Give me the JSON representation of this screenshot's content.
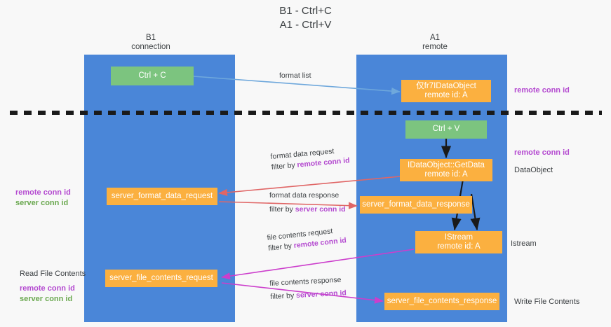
{
  "title": {
    "line1": "B1 - Ctrl+C",
    "line2": "A1 - Ctrl+V"
  },
  "columns": [
    {
      "name": "b1",
      "title": "B1",
      "subtitle": "connection"
    },
    {
      "name": "a1",
      "title": "A1",
      "subtitle": "remote"
    }
  ],
  "nodes": {
    "ctrl_c": {
      "label": "Ctrl + C"
    },
    "idataobject": {
      "label": "仅fr7IDataObject",
      "sub": "remote id: A"
    },
    "ctrl_v": {
      "label": "Ctrl + V"
    },
    "getdata": {
      "label": "IDataObject::GetData",
      "sub": "remote id: A"
    },
    "fmt_req": {
      "label": "server_format_data_request"
    },
    "fmt_resp": {
      "label": "server_format_data_response"
    },
    "istream": {
      "label": "IStream",
      "sub": "remote id: A"
    },
    "file_req": {
      "label": "server_file_contents_request"
    },
    "file_resp": {
      "label": "server_file_contents_response"
    }
  },
  "edges": {
    "format_list": {
      "text": "format list"
    },
    "fmt_data_request": {
      "line1": "format data request",
      "filter_prefix": "filter by ",
      "filter_key": "remote conn id"
    },
    "fmt_data_response": {
      "line1": "format data response",
      "filter_prefix": "filter by ",
      "filter_key": "server conn id"
    },
    "file_contents_request": {
      "line1": "file contents request",
      "filter_prefix": "filter by ",
      "filter_key": "remote conn id"
    },
    "file_contents_response": {
      "line1": "file contents response",
      "filter_prefix": "filter by ",
      "filter_key": "server conn id"
    }
  },
  "annotations": {
    "right_top": {
      "key": "remote conn id"
    },
    "right_mid_key": {
      "key": "remote conn id"
    },
    "right_mid_plain": {
      "text": "DataObject"
    },
    "right_istream": {
      "text": "Istream"
    },
    "right_write": {
      "text": "Write File Contents"
    },
    "left_mid": {
      "key1": "remote conn id",
      "key2": "server conn id"
    },
    "left_read": {
      "text": "Read File Contents",
      "key1": "remote conn id",
      "key2": "server conn id"
    }
  },
  "colors": {
    "lane": "#4a86d8",
    "node_green": "#7cc47f",
    "node_orange": "#fbb040",
    "purple": "#b44ad0",
    "green": "#6aa84f",
    "arrow_blue": "#6fa8dc",
    "arrow_red": "#e06666",
    "arrow_magenta": "#c councils",
    "arrow_magenta2": "#cc3ecc",
    "arrow_black": "#1a1a1a",
    "divider": "#1a1a1a",
    "background": "#f8f8f8"
  }
}
